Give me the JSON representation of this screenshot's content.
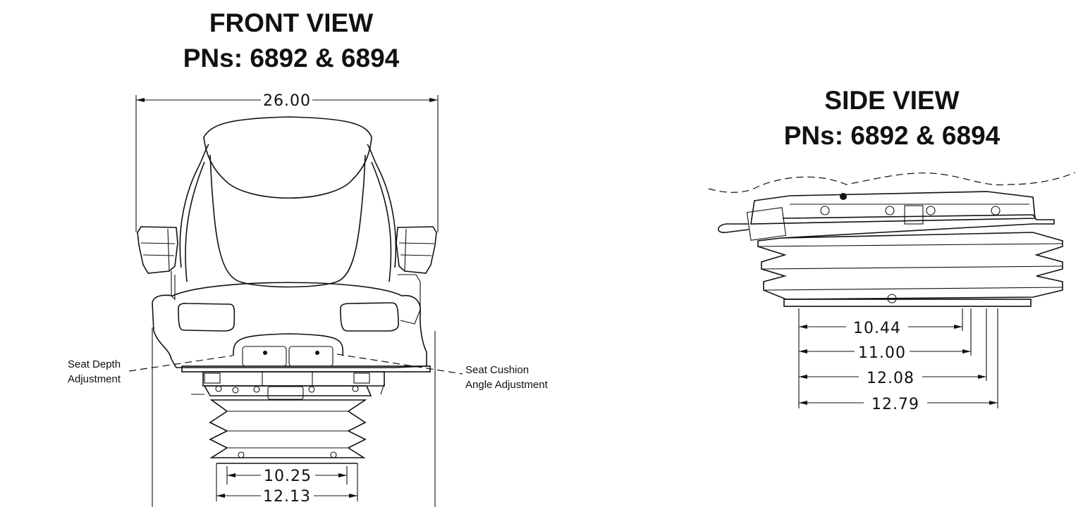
{
  "front_view": {
    "title": "FRONT VIEW",
    "part_numbers": "PNs: 6892 & 6894",
    "dimensions": {
      "overall_width": "26.00",
      "base_bolt_spacing": "10.25",
      "base_width": "12.13"
    },
    "callouts": {
      "seat_depth": [
        "Seat Depth",
        "Adjustment"
      ],
      "seat_cushion_angle": [
        "Seat Cushion",
        "Angle Adjustment"
      ]
    }
  },
  "side_view": {
    "title": "SIDE VIEW",
    "part_numbers": "PNs: 6892 & 6894",
    "dimensions": [
      "10.44",
      "11.00",
      "12.08",
      "12.79"
    ]
  }
}
